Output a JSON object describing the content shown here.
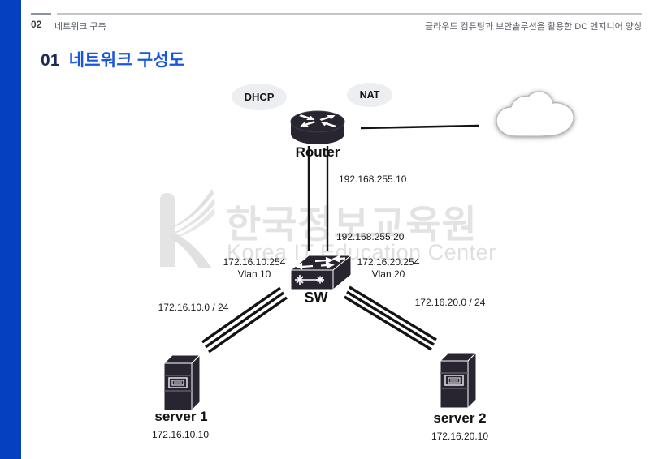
{
  "header": {
    "page_number": "02",
    "section_title": "네트워크 구축",
    "course_title": "클라우드 컴퓨팅과 보안솔루션을 활용한 DC 엔지니어 양성"
  },
  "title": {
    "number": "01",
    "text": "네트워크 구성도"
  },
  "watermark": {
    "korean": "한국정보교육원",
    "english": "Korea IT Education Center"
  },
  "diagram": {
    "badges": {
      "dhcp": "DHCP",
      "nat": "NAT"
    },
    "router": {
      "label": "Router",
      "uplink_ip": "192.168.255.10"
    },
    "switch": {
      "label": "SW",
      "uplink_ip": "192.168.255.20",
      "vlan10_gateway": "172.16.10.254",
      "vlan10_name": "Vlan 10",
      "vlan10_subnet": "172.16.10.0 / 24",
      "vlan20_gateway": "172.16.20.254",
      "vlan20_name": "Vlan 20",
      "vlan20_subnet": "172.16.20.0 / 24"
    },
    "servers": [
      {
        "name": "server 1",
        "ip": "172.16.10.10"
      },
      {
        "name": "server 2",
        "ip": "172.16.20.10"
      }
    ]
  },
  "colors": {
    "accent_blue": "#0540c0",
    "heading_navy": "#1b2a52",
    "heading_blue": "#1a56dd",
    "device_dark": "#282530",
    "badge_gray": "#eceef1",
    "watermark_gray": "#e2e2e2",
    "line_black": "#141414"
  }
}
